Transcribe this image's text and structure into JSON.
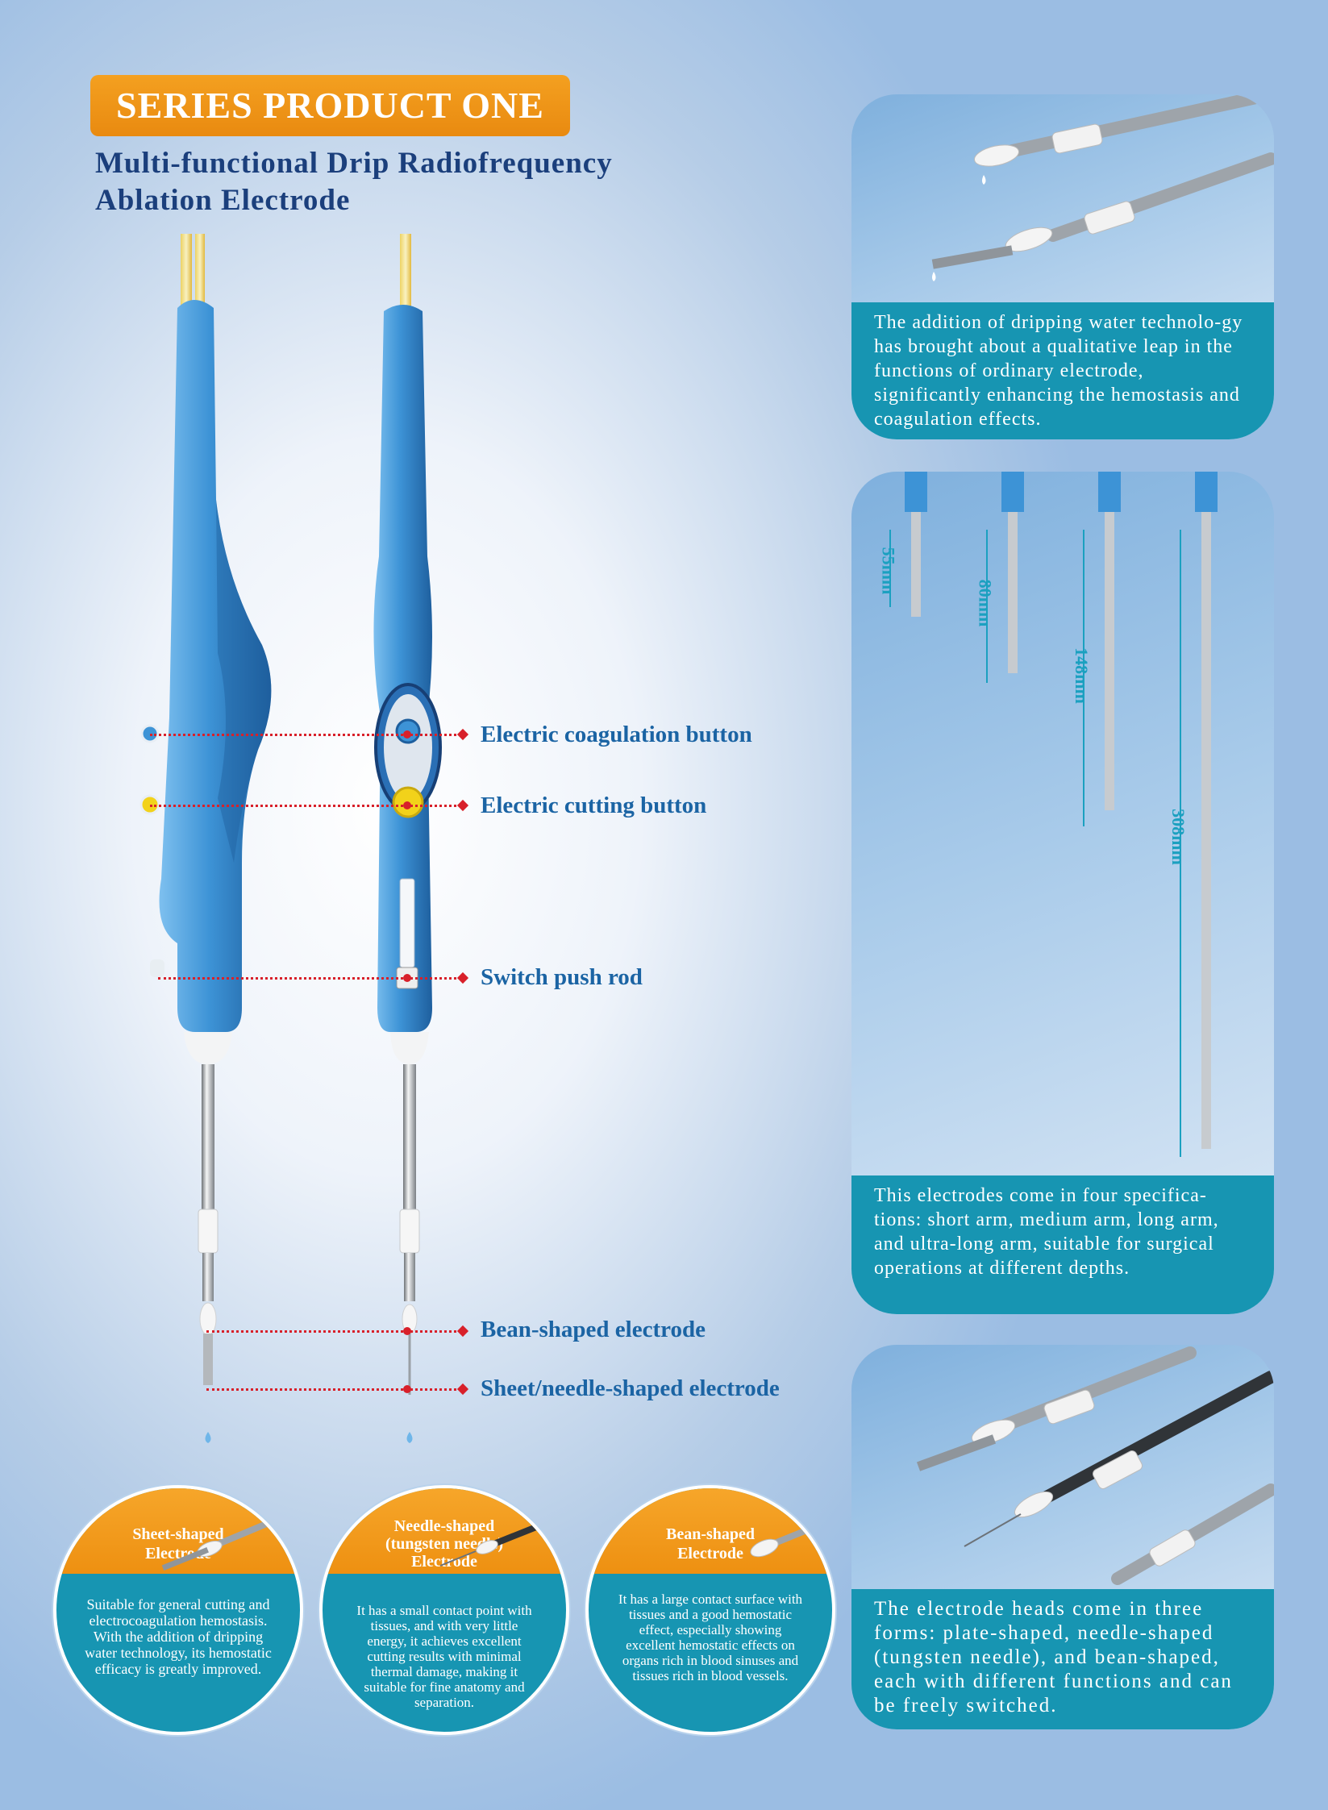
{
  "header": {
    "badge": "SERIES PRODUCT ONE",
    "title_line1": "Multi-functional Drip Radiofrequency",
    "title_line2": "Ablation Electrode"
  },
  "callouts": {
    "coagulation": "Electric coagulation button",
    "cutting": "Electric cutting button",
    "push_rod": "Switch push rod",
    "bean": "Bean-shaped electrode",
    "sheet_needle": "Sheet/needle-shaped electrode"
  },
  "panels": {
    "drip": {
      "caption": "The addition of dripping water technolo-gy has brought about a qualitative leap in the functions of ordinary electrode, significantly enhancing the hemostasis and coagulation effects."
    },
    "specs": {
      "caption": "This electrodes come in four specifica-tions: short arm, medium arm, long arm, and ultra-long arm, suitable for surgical operations at different depths.",
      "lengths": [
        "55mm",
        "80mm",
        "148mm",
        "308mm"
      ]
    },
    "heads": {
      "caption": "The electrode heads come in three forms: plate-shaped, needle-shaped (tungsten needle), and bean-shaped, each with different functions and can be freely switched."
    }
  },
  "circles": [
    {
      "title_line1": "Sheet-shaped",
      "title_line2": "Electrode",
      "title_line3": "",
      "text": "Suitable for general cutting and electrocoagulation hemostasis. With the addition of dripping water technology, its hemostatic efficacy is greatly improved."
    },
    {
      "title_line1": "Needle-shaped",
      "title_line2": "(tungsten needle)",
      "title_line3": "Electrode",
      "text": "It has a small contact point with tissues, and with very little energy, it achieves excellent cutting results with minimal thermal damage, making it suitable for fine anatomy and separation."
    },
    {
      "title_line1": "Bean-shaped",
      "title_line2": "Electrode",
      "title_line3": "",
      "text": "It has a large contact surface with tissues and a good hemostatic effect, especially showing excellent hemostatic effects on organs rich in blood sinuses and tissues rich in blood vessels."
    }
  ],
  "colors": {
    "orange": "#ee9011",
    "teal": "#1795b2",
    "navy": "#1b3f7c",
    "callout_blue": "#1b64a4",
    "leader_red": "#d8202a",
    "handle_blue": "#3b8fd0"
  }
}
